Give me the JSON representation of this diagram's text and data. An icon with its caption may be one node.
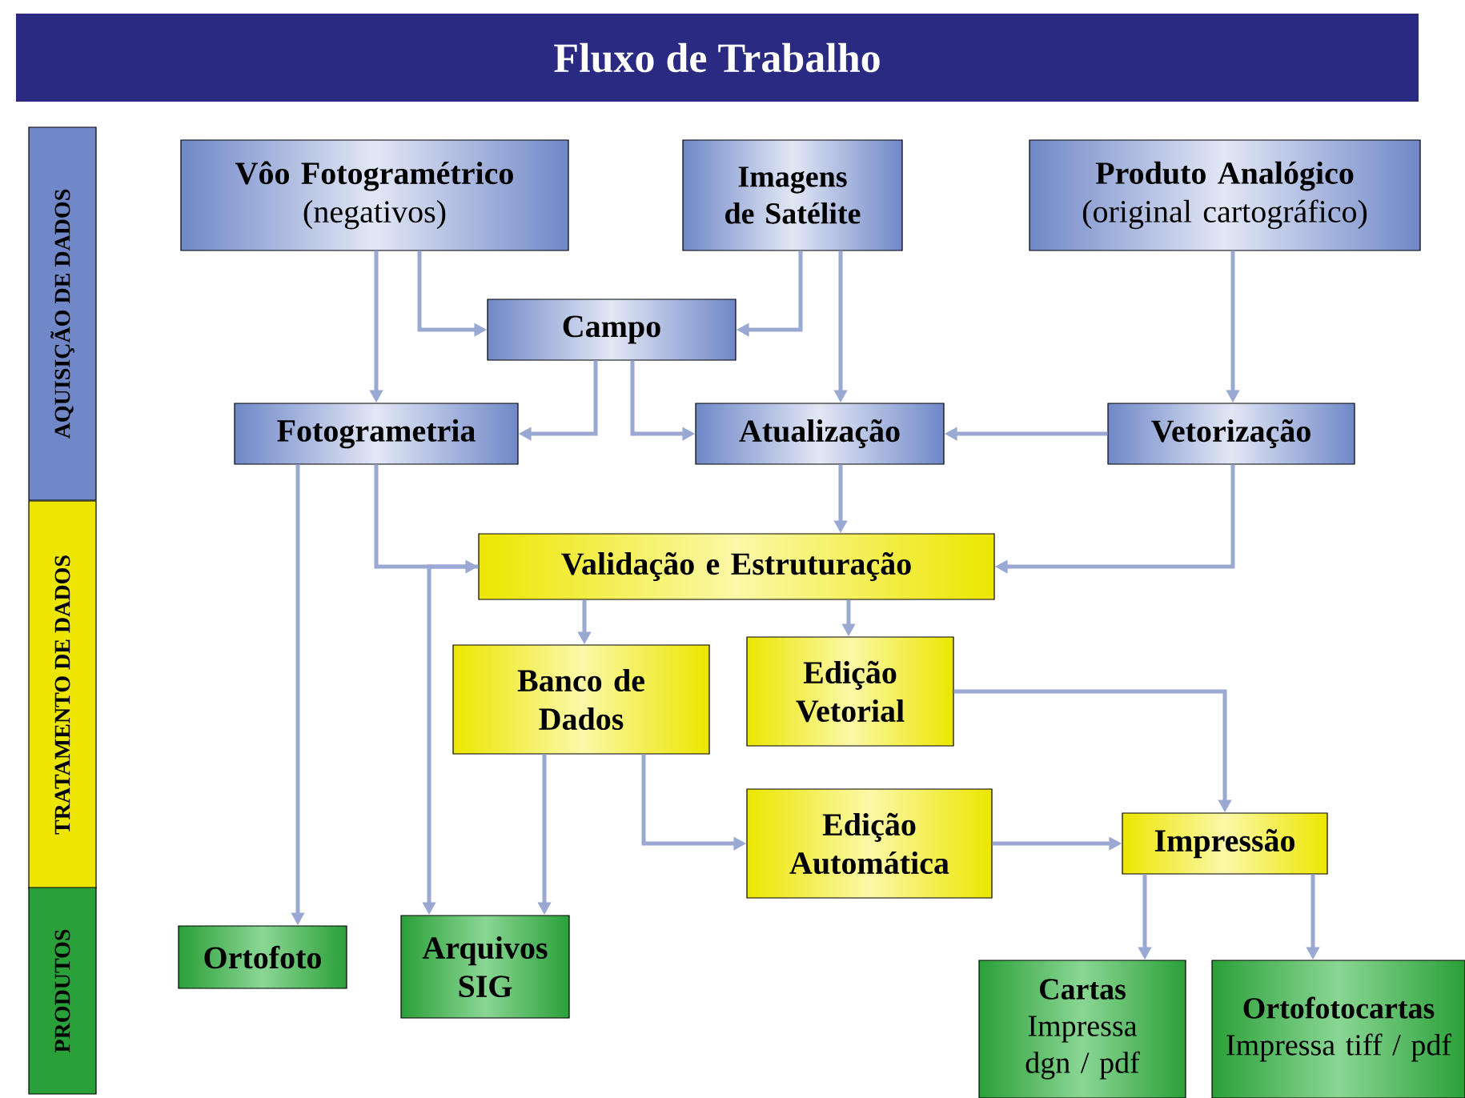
{
  "diagram": {
    "title": "Fluxo de Trabalho",
    "nodes": [
      {
        "text": [
          "Vôo Fotogramétrico",
          "(negativos)"
        ]
      },
      {
        "text": [
          "Imagens de Satélite"
        ]
      },
      {
        "text": [
          "Produto Analógico",
          "(original cartográfico)"
        ]
      },
      {
        "text": [
          "Campo"
        ]
      },
      {
        "text": [
          "Fotogrametria"
        ]
      },
      {
        "text": [
          "Atualização"
        ]
      },
      {
        "text": [
          "Vetorização"
        ]
      },
      {
        "text": [
          "Validação e Estruturação"
        ]
      },
      {
        "text": [
          "Banco de Dados"
        ]
      },
      {
        "text": [
          "Edição Vetorial"
        ]
      },
      {
        "text": [
          "Edição Automática"
        ]
      },
      {
        "text": [
          "Impressão"
        ]
      },
      {
        "text": [
          "Ortofoto"
        ]
      },
      {
        "text": [
          "Arquivos SIG"
        ]
      },
      {
        "text": [
          "Cartas",
          "Impressa dgn / pdf"
        ]
      },
      {
        "text": [
          "Ortofotocartas",
          "Impressa tiff / pdf"
        ]
      },
      {
        "text": [
          "AQUISIÇÃO DE DADOS"
        ]
      },
      {
        "text": [
          "TRATAMENTO DE DADOS"
        ]
      },
      {
        "text": [
          "PRODUTOS"
        ]
      }
    ],
    "edges": [
      {
        "from": 0,
        "to": 3,
        "arrow": "to"
      },
      {
        "from": 0,
        "to": 4,
        "arrow": "to"
      },
      {
        "from": 1,
        "to": 3,
        "arrow": "to"
      },
      {
        "from": 1,
        "to": 5,
        "arrow": "to"
      },
      {
        "from": 2,
        "to": 6,
        "arrow": "to"
      },
      {
        "from": 3,
        "to": 4,
        "arrow": "to"
      },
      {
        "from": 3,
        "to": 5,
        "arrow": "to"
      },
      {
        "from": 6,
        "to": 5,
        "arrow": "to"
      },
      {
        "from": 4,
        "to": 7,
        "arrow": "to"
      },
      {
        "from": 4,
        "to": 12,
        "arrow": "to"
      },
      {
        "from": 5,
        "to": 7,
        "arrow": "to"
      },
      {
        "from": 6,
        "to": 7,
        "arrow": "to"
      },
      {
        "from": 7,
        "to": 13,
        "arrow": "to"
      },
      {
        "from": 7,
        "to": 8,
        "arrow": "to"
      },
      {
        "from": 7,
        "to": 9,
        "arrow": "to"
      },
      {
        "from": 8,
        "to": 13,
        "arrow": "to"
      },
      {
        "from": 8,
        "to": 10,
        "arrow": "to"
      },
      {
        "from": 9,
        "to": 11,
        "arrow": "to"
      },
      {
        "from": 10,
        "to": 11,
        "arrow": "to"
      },
      {
        "from": 11,
        "to": 14,
        "arrow": "to"
      },
      {
        "from": 11,
        "to": 15,
        "arrow": "to"
      }
    ]
  }
}
